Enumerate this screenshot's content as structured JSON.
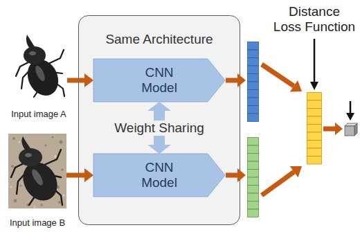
{
  "diagram": {
    "nodes": [
      {
        "text": [
          "Input image A"
        ]
      },
      {
        "text": [
          "Same Architecture"
        ]
      },
      {
        "text": [
          "CNN Model"
        ],
        "in": 1
      },
      {
        "text": [
          "CNN Model"
        ],
        "in": 1
      },
      {
        "text": [
          "Input image B"
        ]
      }
    ],
    "edges": [
      {
        "from": 0,
        "to": 2,
        "arrow": "to"
      },
      {
        "from": 2,
        "to": 3,
        "arrow": "both",
        "label": "Weight Sharing"
      },
      {
        "from": 4,
        "to": 3,
        "arrow": "to"
      }
    ],
    "labels": [
      "Distance Loss Function"
    ]
  }
}
